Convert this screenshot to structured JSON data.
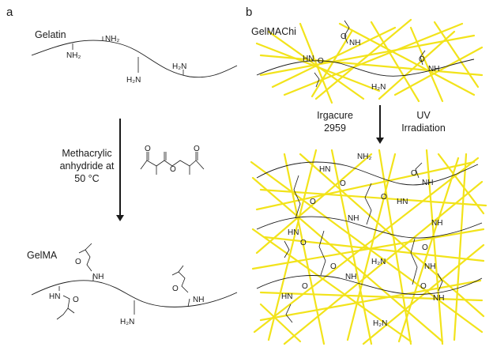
{
  "panel_a": {
    "letter": "a",
    "title": "Gelatin",
    "amine_groups": [
      "NH₂",
      "NH₂",
      "H₂N",
      "H₂N"
    ],
    "reaction": {
      "line1": "Methacrylic",
      "line2": "anhydride at",
      "line3": "50 °C"
    },
    "anhydride_oxygens": [
      "O",
      "O",
      "O"
    ],
    "product": {
      "title": "GelMA",
      "groups": [
        "NH",
        "HN",
        "NH",
        "H₂N"
      ],
      "carbonyls": [
        "O",
        "O",
        "O"
      ]
    }
  },
  "panel_b": {
    "letter": "b",
    "title": "GelMAChi",
    "top_groups": [
      "NH",
      "HN",
      "NH",
      "H₂N"
    ],
    "top_carbonyls": [
      "O",
      "O",
      "O"
    ],
    "initiator": {
      "line1": "Irgacure",
      "line2": "2959"
    },
    "stimulus": {
      "line1": "UV",
      "line2": "Irradiation"
    },
    "network": {
      "groups": [
        "NH₂",
        "HN",
        "NH",
        "HN",
        "NH",
        "HN",
        "NH",
        "H₂N",
        "NH",
        "NH",
        "HN",
        "NH",
        "H₂N"
      ],
      "carbonyls": [
        "O",
        "O",
        "O",
        "O",
        "O",
        "O",
        "O",
        "O",
        "O"
      ]
    },
    "fiber_color": "#f2e31b"
  }
}
